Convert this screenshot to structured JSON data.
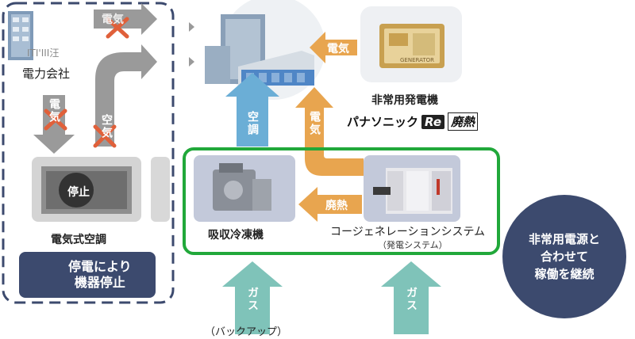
{
  "labels": {
    "power_company": "電力会社",
    "electric_ac": "電気式空調",
    "emergency_generator": "非常用発電機",
    "absorption_chiller": "吸収冷凍機",
    "cogeneration": "コージェネレーションシステム",
    "cogeneration_sub": "（発電システム）",
    "backup": "（バックアップ）",
    "stop": "停止",
    "generator_plate": "GENERATOR",
    "building_logo": "ITI'III汪"
  },
  "arrows": {
    "denki": "電気",
    "kuuki": "空気",
    "kuchou": "空調",
    "haine": "廃熱",
    "gas": "ガス"
  },
  "brand": {
    "panasonic": "パナソニック",
    "re": "Re",
    "haine": "廃熱"
  },
  "warning": {
    "line1": "停電により",
    "line2": "機器停止"
  },
  "circle": {
    "line1": "非常用電源と",
    "line2": "合わせて",
    "line3": "稼働を継続"
  },
  "colors": {
    "blue_arrow": "#6baed6",
    "orange_arrow": "#e8a54f",
    "gray_arrow": "#9a9a9a",
    "gas_arrow": "#7fc3b9",
    "green_frame": "#21a83a",
    "navy": "#3c4a6e",
    "cross_red": "#e0603a"
  }
}
